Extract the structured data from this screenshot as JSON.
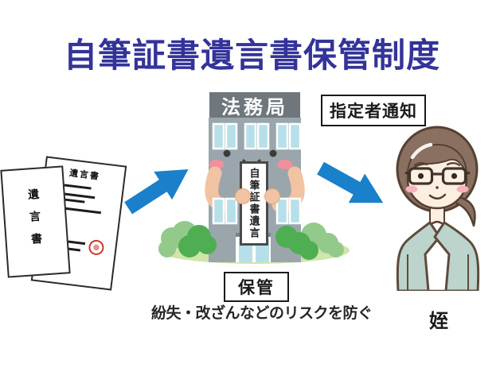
{
  "title": "自筆証書遺言書保管制度",
  "documents": {
    "front_label": "遺言書",
    "back_title": "遺言書"
  },
  "building": {
    "sign": "法務局",
    "held_paper": "自筆証書遺言"
  },
  "labels": {
    "notice": "指定者通知",
    "storage": "保管",
    "caption": "紛失・改ざんなどのリスクを防ぐ",
    "person": "姪"
  },
  "icons": {
    "arrow_to_bureau": "blue-arrow-up-right",
    "arrow_to_niece": "blue-arrow-down-right",
    "seal": "red-hanko-seal"
  },
  "colors": {
    "title_text": "#333399",
    "arrow_blue": "#1a80c9",
    "building_body": "#9aa6ac",
    "sign_bg": "#6f767c",
    "window_blue": "#b7dfe9",
    "cheek_pink": "#f0909c",
    "arm_skin": "#f2c3a3",
    "bush_dark_green": "#4fae52",
    "bush_light_green": "#93ca8c",
    "ground_green": "#cfe5ab",
    "hair_brown": "#8a7060",
    "face_skin": "#fdeee2",
    "jacket_sage": "#bcd4cb",
    "seal_red": "#c93b2c",
    "label_text": "#1a1a1a",
    "background": "#ffffff"
  }
}
